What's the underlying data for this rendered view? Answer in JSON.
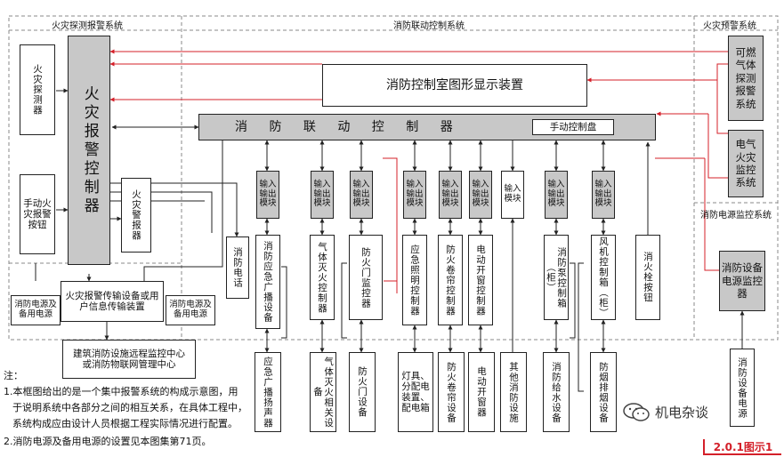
{
  "sections": {
    "detection": "火灾探测报警系统",
    "linkage": "消防联动控制系统",
    "warning": "火灾预警系统",
    "power_monitor": "消防电源监控系统"
  },
  "left": {
    "detector": "火灾探测器",
    "manual_button": "手动火灾报警按钮",
    "controller": "火灾报警控制器",
    "alarm": "火灾警报器",
    "power_left": "消防电源及备用电源",
    "transmission": "火灾报警传输设备或用户信息传输装置",
    "power_mid": "消防电源及备用电源",
    "remote_center": "建筑消防设施远程监控中心或消防物联网管理中心"
  },
  "center": {
    "graphic_display": "消防控制室图形显示装置",
    "linkage_controller": "消 防 联 动 控 制 器",
    "manual_panel": "手动控制盘",
    "io_module": "输入输出模块",
    "input_module": "输入模块"
  },
  "devices": {
    "phone": "消防电话",
    "broadcast": "消防应急广播设备",
    "gas_controller": "气体灭火控制器",
    "door_controller": "防火门监控器",
    "lighting": "应急照明控制器",
    "shutter": "防火卷帘控制器",
    "window": "电动开窗控制器",
    "pump_box": "消防泵控制箱（柜）",
    "fan_box": "风机控制箱（柜）",
    "hydrant_button": "消火栓按钮"
  },
  "bottom": {
    "speaker": "应急广播扬声器",
    "gas_equip": "气体灭火相关设备",
    "door": "防火门设备",
    "lights": "灯具、分配电装置、配电箱",
    "shutter_equip": "防火卷帘设备",
    "window_equip": "电动开窗器",
    "other": "其他消防设施",
    "water_equip": "消防给水设备",
    "smoke_equip": "防烟排烟设备"
  },
  "right": {
    "gas_detect": "可燃气体探测报警系统",
    "electric_monitor": "电气火灾监控系统",
    "power_monitor_box": "消防设备电源监控器",
    "power_equip": "消防设备电源"
  },
  "notes": {
    "head": "注：",
    "line1": "1.本框图给出的是一个集中报警系统的构成示意图，用",
    "line2": "于说明系统中各部分之间的相互关系，在具体工程中，",
    "line3": "系统构成应由设计人员根据工程实际情况进行配置。",
    "line4": "2.消防电源及备用电源的设置见本图集第71页。"
  },
  "watermark": "机电杂谈",
  "figure_label": "2.0.1图示1",
  "colors": {
    "line": "#222222",
    "link": "#d4202a",
    "gray": "#c8c8c8"
  }
}
